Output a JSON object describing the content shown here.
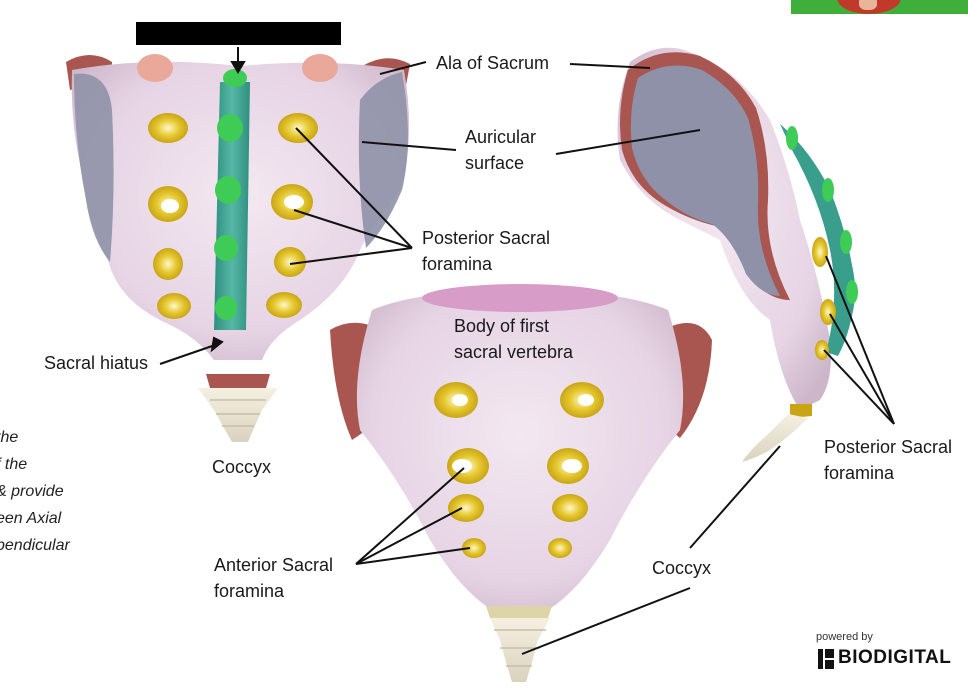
{
  "labels": {
    "ala": "Ala of Sacrum",
    "auricular_1": "Auricular",
    "auricular_2": "surface",
    "posterior_left_1": "Posterior Sacral",
    "posterior_left_2": "foramina",
    "sacral_hiatus": "Sacral hiatus",
    "coccyx_left": "Coccyx",
    "body_1": "Body of first",
    "body_2": "sacral vertebra",
    "anterior_1": "Anterior Sacral",
    "anterior_2": "foramina",
    "coccyx_right": "Coccyx",
    "posterior_right_1": "Posterior Sacral",
    "posterior_right_2": "foramina"
  },
  "side_note": [
    "the",
    "f the",
    "& provide",
    "een Axial",
    "pendicular"
  ],
  "logo": {
    "powered_by": "powered by",
    "brand": "BIODIGITAL"
  },
  "colors": {
    "bone": "#eadbe8",
    "bone_shade": "#d8c4d6",
    "auricular": "#8f91a8",
    "ala_rim": "#a8564f",
    "spine": "#3a9e8c",
    "spinous": "#3ecb56",
    "foramen": "#e0c32b",
    "coccyx": "#ece6d6",
    "line": "#111111"
  }
}
